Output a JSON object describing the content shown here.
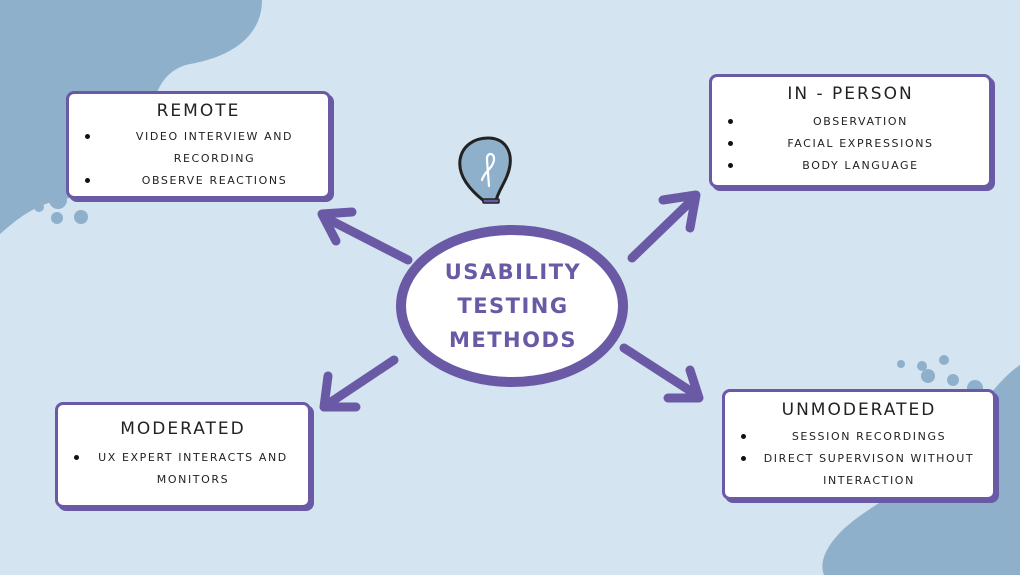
{
  "hub": {
    "lines": [
      "USABILITY",
      "TESTING",
      "METHODS"
    ]
  },
  "cards": {
    "remote": {
      "title": "REMOTE",
      "items": [
        "VIDEO INTERVIEW AND RECORDING",
        "OBSERVE REACTIONS"
      ]
    },
    "in_person": {
      "title": "IN - PERSON",
      "items": [
        "OBSERVATION",
        "FACIAL EXPRESSIONS",
        "BODY LANGUAGE"
      ]
    },
    "moderated": {
      "title": "MODERATED",
      "items": [
        "UX EXPERT INTERACTS AND MONITORS"
      ]
    },
    "unmoderated": {
      "title": "UNMODERATED",
      "items": [
        "SESSION RECORDINGS",
        "DIRECT SUPERVISON WITHOUT INTERACTION"
      ]
    }
  },
  "icons": {
    "hub_decoration": "light-bulb-icon"
  },
  "colors": {
    "background": "#d4e4f1",
    "blob": "#8fb0cb",
    "accent": "#6a5aa6",
    "card": "#ffffff",
    "bulb": "#8fb0cb"
  }
}
